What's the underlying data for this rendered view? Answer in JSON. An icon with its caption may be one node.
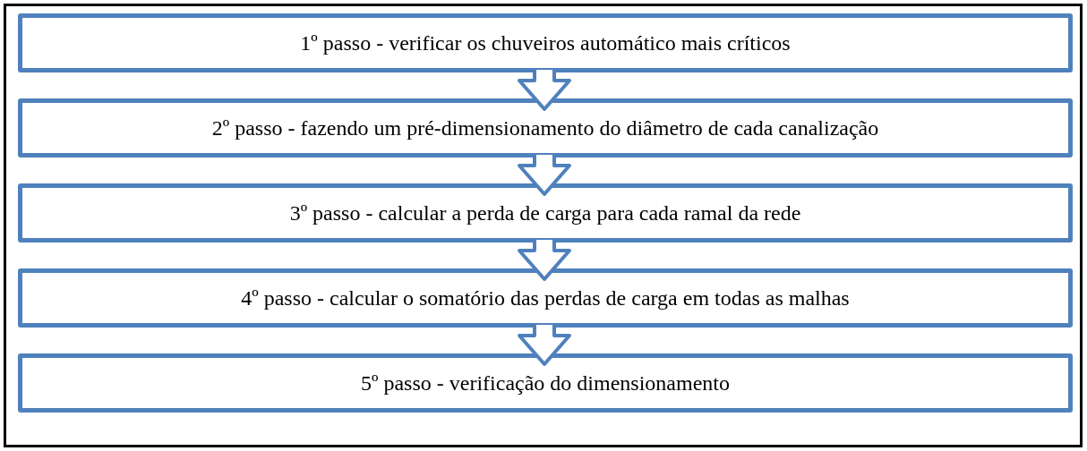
{
  "diagram": {
    "nodes": [
      {
        "text": [
          "1º passo - verificar os chuveiros automático mais críticos"
        ]
      },
      {
        "text": [
          "2º passo - fazendo um pré-dimensionamento do diâmetro de cada canalização"
        ]
      },
      {
        "text": [
          "3º passo - calcular a perda de carga para cada ramal da rede"
        ]
      },
      {
        "text": [
          "4º passo - calcular o somatório das perdas de carga em todas as malhas"
        ]
      },
      {
        "text": [
          "5º passo - verificação do dimensionamento"
        ]
      }
    ],
    "edges": [
      {
        "from": 0,
        "to": 1,
        "arrow": "to"
      },
      {
        "from": 1,
        "to": 2,
        "arrow": "to"
      },
      {
        "from": 2,
        "to": 3,
        "arrow": "to"
      },
      {
        "from": 3,
        "to": 4,
        "arrow": "to"
      }
    ]
  }
}
